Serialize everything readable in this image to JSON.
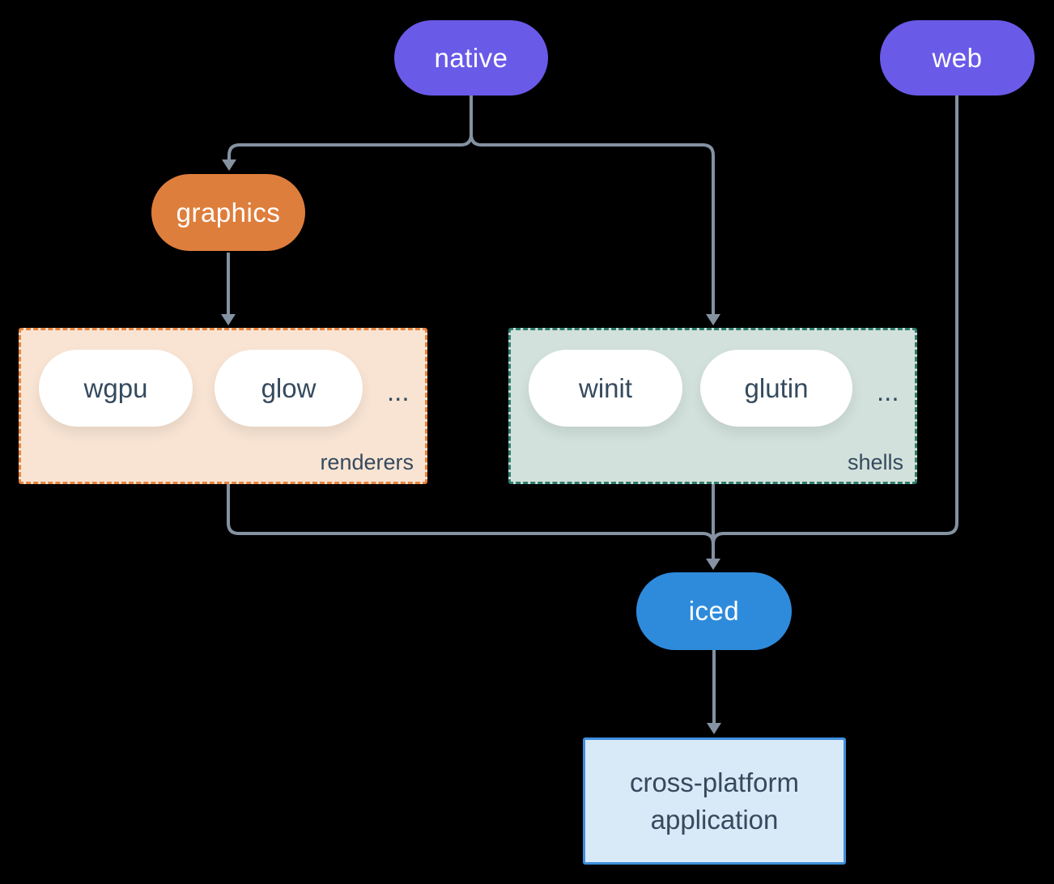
{
  "diagram": {
    "description": "iced crate ecosystem diagram"
  },
  "nodes": {
    "native": {
      "label": "native"
    },
    "web": {
      "label": "web"
    },
    "graphics": {
      "label": "graphics"
    },
    "iced": {
      "label": "iced"
    },
    "application": {
      "line1": "cross-platform",
      "line2": "application"
    }
  },
  "groups": {
    "renderers": {
      "label": "renderers",
      "items": [
        "wgpu",
        "glow"
      ],
      "more": "..."
    },
    "shells": {
      "label": "shells",
      "items": [
        "winit",
        "glutin"
      ],
      "more": "..."
    }
  },
  "edges": [
    {
      "from": "native",
      "to": "graphics"
    },
    {
      "from": "native",
      "to": "shells"
    },
    {
      "from": "graphics",
      "to": "renderers"
    },
    {
      "from": "renderers",
      "to": "iced"
    },
    {
      "from": "shells",
      "to": "iced"
    },
    {
      "from": "web",
      "to": "iced"
    },
    {
      "from": "iced",
      "to": "application"
    }
  ],
  "colors": {
    "background": "#000000",
    "native": "#6A5AE8",
    "web": "#6A5AE8",
    "graphics": "#DE7E3C",
    "iced": "#2E8BDC",
    "renderers_fill": "#F9E4D3",
    "renderers_border": "#E8833D",
    "shells_fill": "#D2E1DB",
    "shells_border": "#2F7D6C",
    "application_fill": "#D8E9F8",
    "application_border": "#3E8EDC",
    "connector": "#8492A2",
    "dark_text": "#354A5E",
    "pill_text": "#FFFFFF"
  }
}
